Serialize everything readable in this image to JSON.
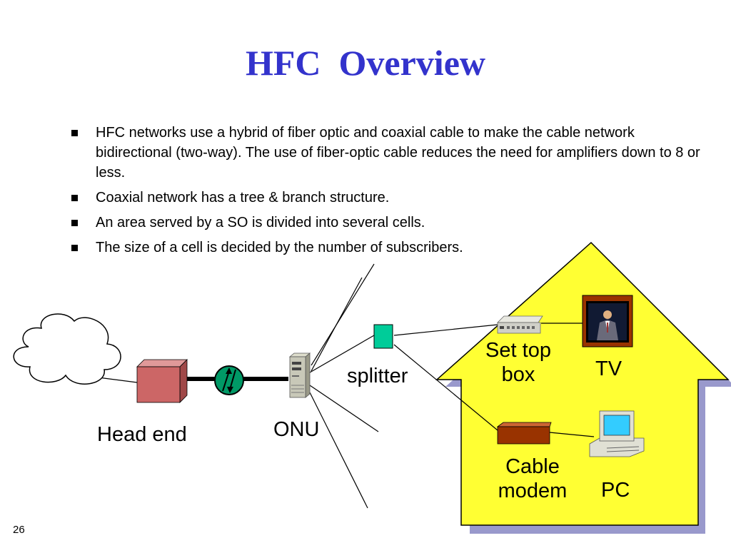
{
  "slide": {
    "title": "HFC  Overview",
    "page_number": "26",
    "bullets": [
      "HFC networks use a hybrid of fiber optic and coaxial cable to make the cable network bidirectional (two-way). The use of fiber-optic cable reduces the need for amplifiers down to 8 or less.",
      "Coaxial network has a tree & branch structure.",
      "An area served by a SO is divided into several cells.",
      "The size of a cell is decided by the number of subscribers."
    ]
  },
  "diagram": {
    "labels": {
      "head_end": "Head end",
      "onu": "ONU",
      "splitter": "splitter",
      "set_top_line1": "Set top",
      "set_top_line2": "box",
      "tv": "TV",
      "cable_modem_line1": "Cable",
      "cable_modem_line2": "modem",
      "pc": "PC"
    },
    "colors": {
      "title": "#3333cc",
      "house_fill": "#ffff33",
      "house_shadow": "#9999cc",
      "head_end_box": "#cc6666",
      "splitter_box": "#00cc99",
      "converter_disc": "#009966",
      "cable_modem": "#993300",
      "pc_screen": "#33ccff"
    }
  }
}
